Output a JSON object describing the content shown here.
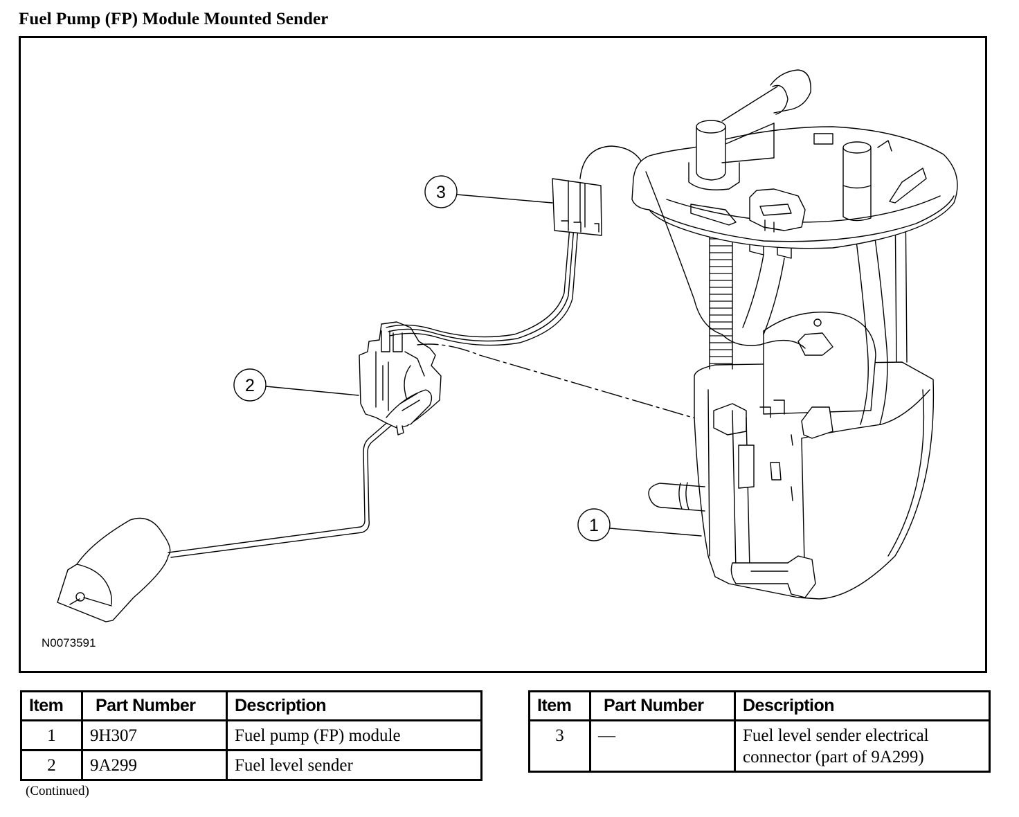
{
  "title": "Fuel Pump (FP) Module Mounted Sender",
  "figure": {
    "id": "N0073591",
    "callouts": [
      {
        "label": "1",
        "target": "Fuel pump (FP) module"
      },
      {
        "label": "2",
        "target": "Fuel level sender"
      },
      {
        "label": "3",
        "target": "Fuel level sender electrical connector"
      }
    ]
  },
  "tables": [
    {
      "headers": [
        "Item",
        "Part Number",
        "Description"
      ],
      "rows": [
        {
          "item": "1",
          "part_number": "9H307",
          "description": "Fuel pump (FP) module"
        },
        {
          "item": "2",
          "part_number": "9A299",
          "description": "Fuel level sender"
        }
      ]
    },
    {
      "headers": [
        "Item",
        "Part Number",
        "Description"
      ],
      "rows": [
        {
          "item": "3",
          "part_number": "—",
          "description_line1": "Fuel level sender electrical",
          "description_line2": "connector (part of 9A299)"
        }
      ]
    }
  ],
  "footer_note": "(Continued)"
}
